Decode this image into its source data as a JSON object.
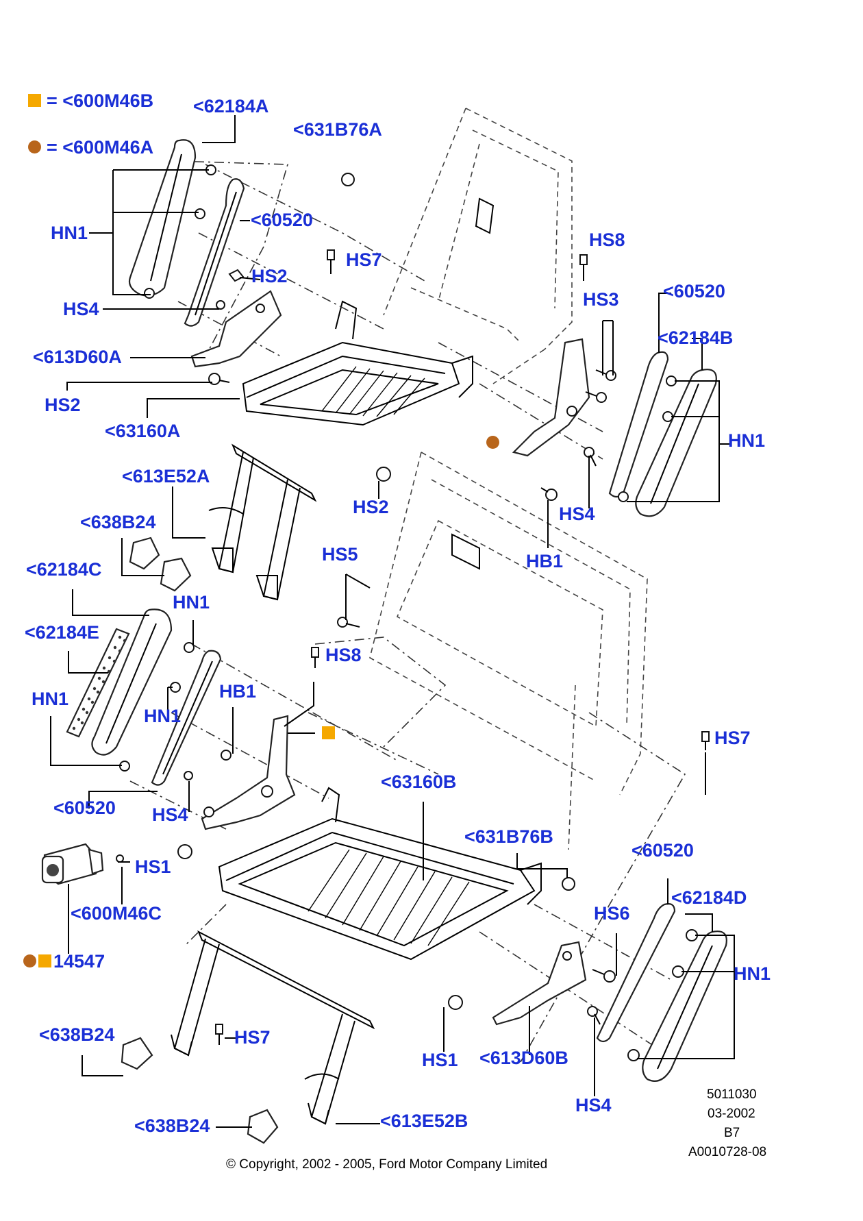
{
  "legend": {
    "square_label": "= <600M46B",
    "circle_label": "= <600M46A",
    "square_color": "#f5a800",
    "circle_color": "#b8651b"
  },
  "labels": {
    "p62184A": "<62184A",
    "p631B76A": "<631B76A",
    "hn1_top_left": "HN1",
    "p60520_top_left": "<60520",
    "hs7_top": "HS7",
    "hs2_top": "HS2",
    "hs4_top_left": "HS4",
    "p613D60A": "<613D60A",
    "hs2_left": "HS2",
    "p63160A": "<63160A",
    "hs8_top": "HS8",
    "hs3": "HS3",
    "p60520_top_right": "<60520",
    "p62184B": "<62184B",
    "hn1_right": "HN1",
    "hs4_right": "HS4",
    "hb1_right": "HB1",
    "hs2_center": "HS2",
    "p613E52A": "<613E52A",
    "p638B24_top": "<638B24",
    "hs5": "HS5",
    "p62184C": "<62184C",
    "hn1_mid": "HN1",
    "p62184E": "<62184E",
    "hs8_mid": "HS8",
    "hb1_mid": "HB1",
    "hn1_left_mid": "HN1",
    "hn1_mid2": "HN1",
    "hs7_right": "HS7",
    "p60520_left_mid": "<60520",
    "hs4_mid": "HS4",
    "p63160B": "<63160B",
    "p631B76B": "<631B76B",
    "p60520_bottom_right": "<60520",
    "hs1_left": "HS1",
    "p600M46C": "<600M46C",
    "p62184D": "<62184D",
    "hs6": "HS6",
    "hn1_bottom_right": "HN1",
    "p14547": "14547",
    "p638B24_bottom": "<638B24",
    "hs7_bottom": "HS7",
    "hs1_bottom": "HS1",
    "p613D60B": "<613D60B",
    "hs4_bottom": "HS4",
    "p613E52B": "<613E52B",
    "p638B24_bottom2": "<638B24"
  },
  "meta": {
    "line1": "5011030",
    "line2": "03-2002",
    "line3": "B7",
    "line4": "A0010728-08"
  },
  "copyright": "© Copyright, 2002 - 2005, Ford Motor Company Limited"
}
